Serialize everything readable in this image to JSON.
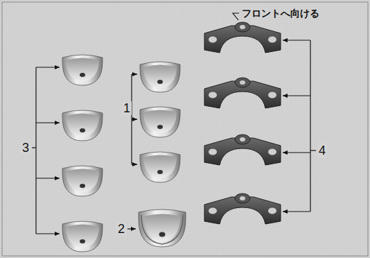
{
  "diagram": {
    "labels": [
      "フロントへ向ける",
      "1",
      "2",
      "3",
      "4"
    ]
  }
}
